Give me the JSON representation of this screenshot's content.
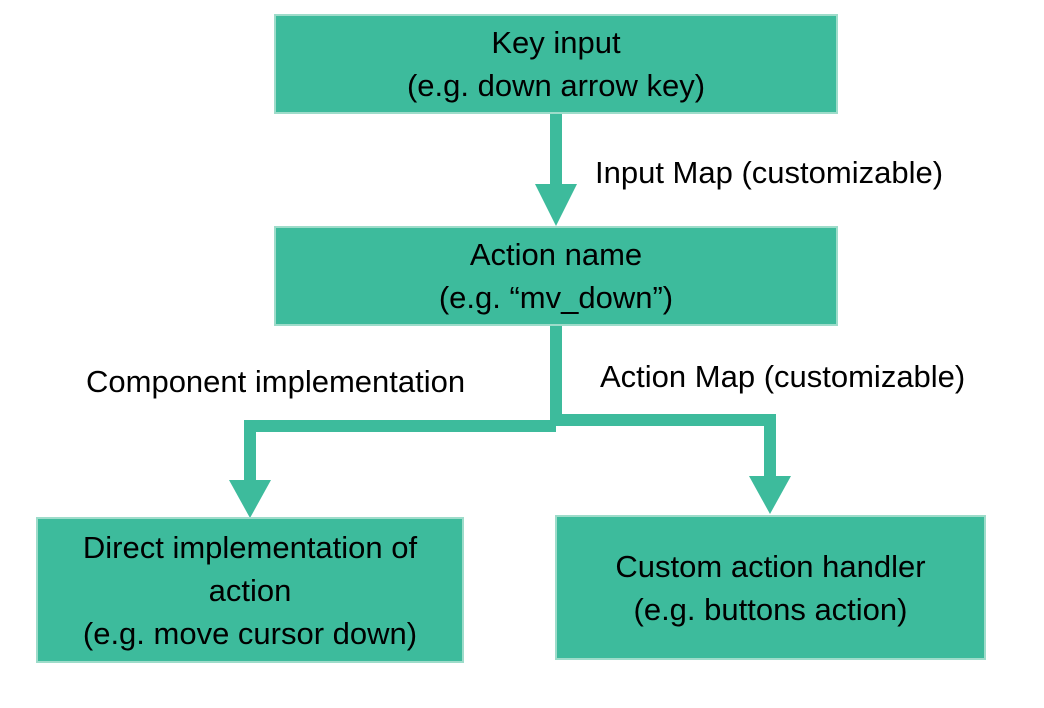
{
  "colors": {
    "box_fill": "#3dbb9c",
    "box_border": "#9edcca",
    "connector": "#3dbb9c",
    "text": "#000000"
  },
  "nodes": {
    "key_input": {
      "title": "Key input",
      "example": "(e.g. down arrow key)"
    },
    "action_name": {
      "title": "Action name",
      "example": "(e.g. “mv_down”)"
    },
    "direct_implementation": {
      "title_line1": "Direct implementation of",
      "title_line2": "action",
      "example": "(e.g. move cursor down)"
    },
    "custom_handler": {
      "title": "Custom action handler",
      "example": "(e.g. buttons action)"
    }
  },
  "edges": {
    "input_map": "Input Map (customizable)",
    "component_implementation": "Component implementation",
    "action_map": "Action Map (customizable)"
  }
}
